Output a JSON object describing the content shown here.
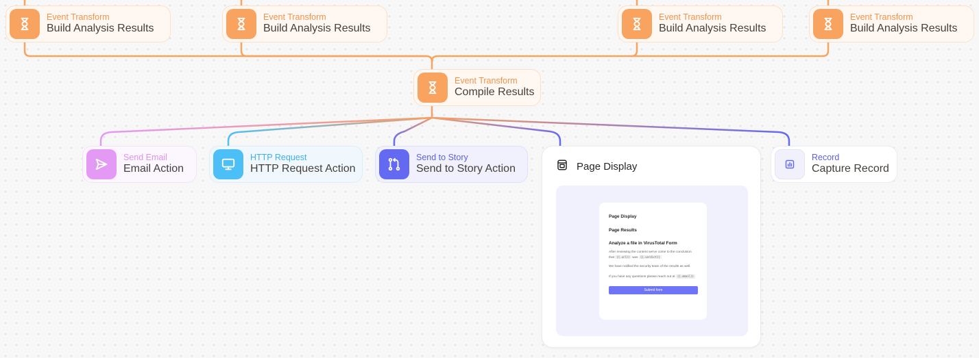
{
  "colors": {
    "event_transform": "#f8a35f",
    "send_email": "#e39af5",
    "http_request": "#4dbff7",
    "send_to_story": "#6469f2",
    "record": "#6469f2"
  },
  "top_nodes": [
    {
      "type": "Event Transform",
      "name": "Build Analysis Results",
      "icon": "hourglass-icon"
    },
    {
      "type": "Event Transform",
      "name": "Build Analysis Results",
      "icon": "hourglass-icon"
    },
    {
      "type": "Event Transform",
      "name": "Build Analysis Results",
      "icon": "hourglass-icon"
    },
    {
      "type": "Event Transform",
      "name": "Build Analysis Results",
      "icon": "hourglass-icon"
    }
  ],
  "compile_node": {
    "type": "Event Transform",
    "name": "Compile Results",
    "icon": "hourglass-icon"
  },
  "action_nodes": {
    "send_email": {
      "type": "Send Email",
      "name": "Email Action",
      "icon": "send-icon"
    },
    "http_request": {
      "type": "HTTP Request",
      "name": "HTTP Request Action",
      "icon": "monitor-icon"
    },
    "send_to_story": {
      "type": "Send to Story",
      "name": "Send to Story Action",
      "icon": "branch-icon"
    },
    "record": {
      "type": "Record",
      "name": "Capture Record",
      "icon": "chart-icon"
    }
  },
  "page_display": {
    "title": "Page Display",
    "icon": "page-icon",
    "preview": {
      "title": "Page Display",
      "subtitle": "Page Results",
      "heading": "Analyze a file in VirusTotal Form",
      "para1_pre": "After reviewing the content we've come to the conclusion that",
      "para1_code1": "{{.url}}",
      "para1_mid": "was",
      "para1_code2": "{{.verdict}}",
      "para2": "We have notified the security team of the results as well.",
      "para3_pre": "If you have any questions please reach out at",
      "para3_code": "{{.email}}",
      "button": "Submit form"
    }
  }
}
